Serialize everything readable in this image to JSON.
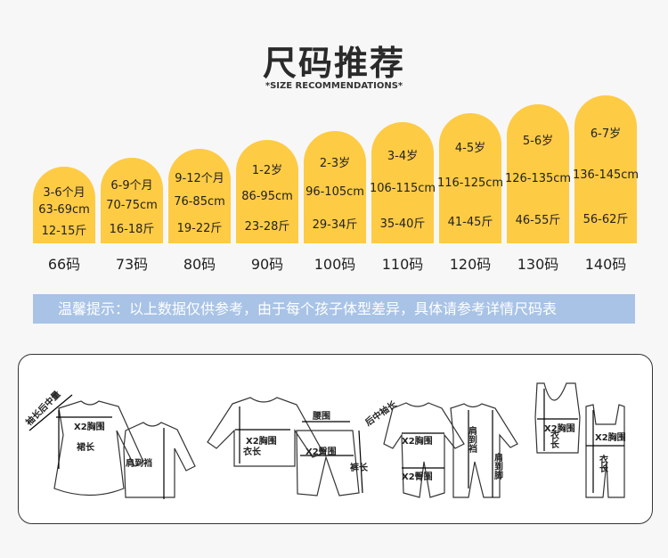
{
  "header": {
    "title": "尺码推荐",
    "subtitle": "*SIZE RECOMMENDATIONS*"
  },
  "sizes": [
    {
      "age": "3-6个月",
      "height": "63-69cm",
      "weight": "12-15斤",
      "code": "66码"
    },
    {
      "age": "6-9个月",
      "height": "70-75cm",
      "weight": "16-18斤",
      "code": "73码"
    },
    {
      "age": "9-12个月",
      "height": "76-85cm",
      "weight": "19-22斤",
      "code": "80码"
    },
    {
      "age": "1-2岁",
      "height": "86-95cm",
      "weight": "23-28斤",
      "code": "90码"
    },
    {
      "age": "2-3岁",
      "height": "96-105cm",
      "weight": "29-34斤",
      "code": "100码"
    },
    {
      "age": "3-4岁",
      "height": "106-115cm",
      "weight": "35-40斤",
      "code": "110码"
    },
    {
      "age": "4-5岁",
      "height": "116-125cm",
      "weight": "41-45斤",
      "code": "120码"
    },
    {
      "age": "5-6岁",
      "height": "126-135cm",
      "weight": "46-55斤",
      "code": "130码"
    },
    {
      "age": "6-7岁",
      "height": "136-145cm",
      "weight": "56-62斤",
      "code": "140码"
    }
  ],
  "notice": "温馨提示：以上数据仅供参考，由于每个孩子体型差异，具体请参考详情尺码表",
  "diagram": {
    "sleeve": "袖长后中量",
    "chest": "X2胸围",
    "skirt": "裙长",
    "shoulder_crotch": "肩到裆",
    "body_len": "衣长",
    "waist": "腰围",
    "hip": "X2臀围",
    "pants_len": "裤长",
    "back_sleeve": "后中袖长",
    "shoulder_foot": "肩到脚"
  },
  "colors": {
    "bar": "#fecb45",
    "banner": "#a8c3e6"
  }
}
